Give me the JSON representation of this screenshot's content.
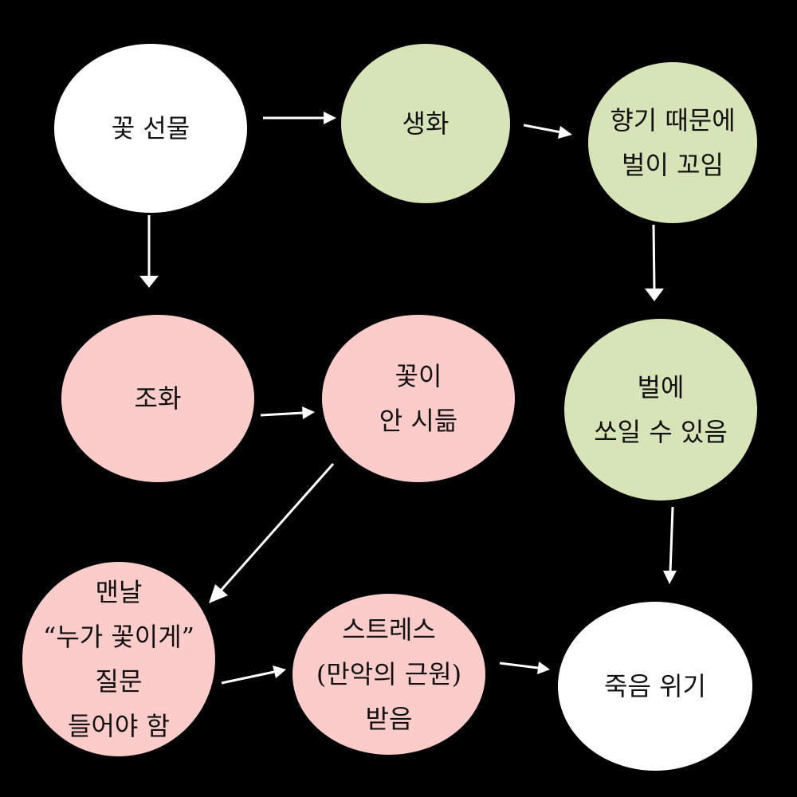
{
  "colors": {
    "background": "#000000",
    "white_node": "#ffffff",
    "green_node": "#d6e4b8",
    "pink_node": "#fccccb",
    "arrow": "#ffffff"
  },
  "nodes": {
    "flower_gift": {
      "lines": [
        "꽃 선물"
      ]
    },
    "real_flower": {
      "lines": [
        "생화"
      ]
    },
    "bee_attract": {
      "lines": [
        "향기 때문에",
        "벌이 꼬임"
      ]
    },
    "fake_flower": {
      "lines": [
        "조화"
      ]
    },
    "no_wither": {
      "lines": [
        "꽃이",
        "안 시듦"
      ]
    },
    "bee_sting": {
      "lines": [
        "벌에",
        "쏘일 수 있음"
      ]
    },
    "question": {
      "lines": [
        "맨날",
        "“누가 꽃이게”",
        "질문",
        "들어야 함"
      ]
    },
    "stress": {
      "lines": [
        "스트레스",
        "(만악의 근원)",
        "받음"
      ]
    },
    "death": {
      "lines": [
        "죽음 위기"
      ]
    }
  },
  "edges": [
    {
      "from": "flower_gift",
      "to": "real_flower"
    },
    {
      "from": "real_flower",
      "to": "bee_attract"
    },
    {
      "from": "bee_attract",
      "to": "bee_sting"
    },
    {
      "from": "bee_sting",
      "to": "death"
    },
    {
      "from": "flower_gift",
      "to": "fake_flower"
    },
    {
      "from": "fake_flower",
      "to": "no_wither"
    },
    {
      "from": "no_wither",
      "to": "question"
    },
    {
      "from": "question",
      "to": "stress"
    },
    {
      "from": "stress",
      "to": "death"
    }
  ]
}
